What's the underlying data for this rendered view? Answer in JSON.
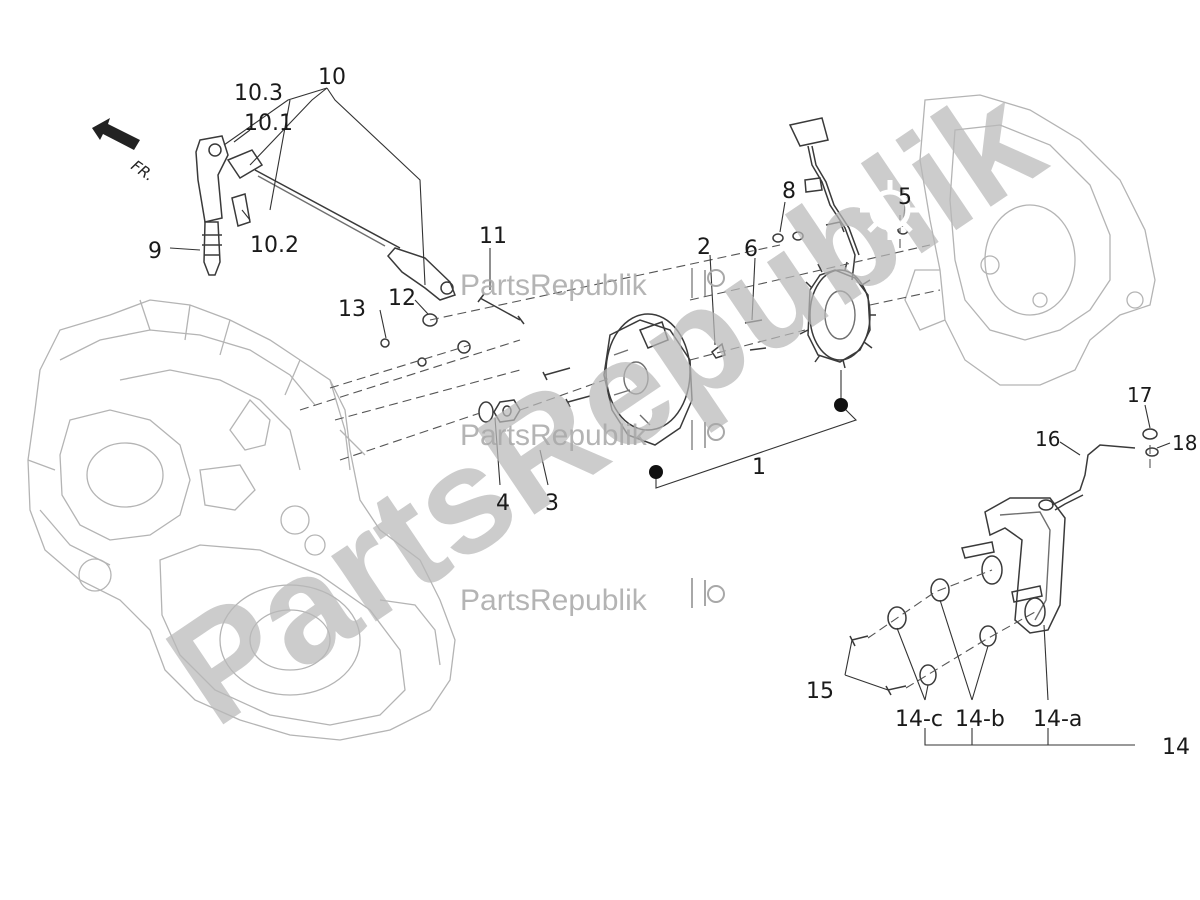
{
  "diagram": {
    "direction_label": "FR.",
    "callouts": {
      "c1": "1",
      "c2": "2",
      "c3": "3",
      "c4": "4",
      "c5": "5",
      "c6": "6",
      "c8": "8",
      "c9": "9",
      "c10": "10",
      "c10_1": "10.1",
      "c10_2": "10.2",
      "c10_3": "10.3",
      "c11": "11",
      "c12": "12",
      "c13": "13",
      "c14": "14",
      "c14a": "14-a",
      "c14b": "14-b",
      "c14c": "14-c",
      "c15": "15",
      "c16": "16",
      "c17": "17",
      "c18": "18"
    }
  },
  "watermark": {
    "big": "PartsRepublik",
    "small": "PartsRepublik"
  }
}
